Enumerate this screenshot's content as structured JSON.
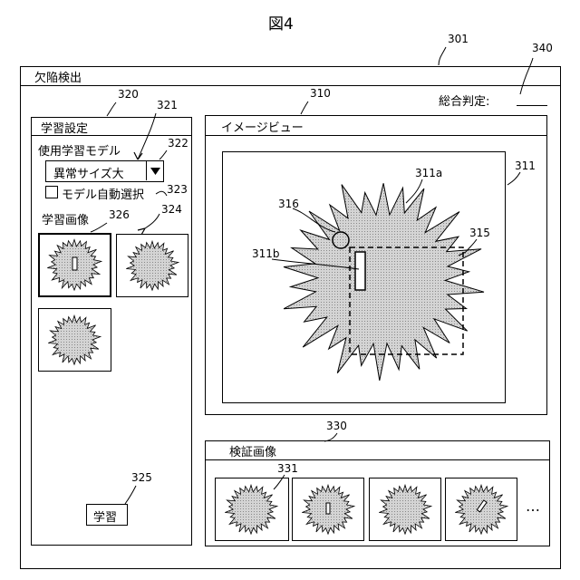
{
  "figure_label": "図4",
  "window": {
    "title": "欠陥検出",
    "ref": "301"
  },
  "overall": {
    "label": "総合判定:",
    "value": "",
    "ref": "340"
  },
  "learning": {
    "title": "学習設定",
    "ref": "320",
    "model_label": "使用学習モデル",
    "model_ref": "321",
    "model_value": "異常サイズ大",
    "dropdown_ref": "322",
    "auto_label": "モデル自動選択",
    "auto_ref": "323",
    "auto_checked": false,
    "images_label": "学習画像",
    "images_ref": "324",
    "selected_ref": "326",
    "train_button": "学習",
    "train_ref": "325"
  },
  "image_view": {
    "title": "イメージビュー",
    "ref": "310",
    "image_ref": "311",
    "defect_ref": "311a",
    "marker_ref": "311b",
    "circle_ref": "316",
    "region_ref": "315"
  },
  "verification": {
    "title": "検証画像",
    "ref": "330",
    "first_ref": "331",
    "more": "…"
  },
  "icons": {
    "dropdown": "chevron-down-icon",
    "checkbox": "checkbox-icon"
  },
  "colors": {
    "line": "#000000",
    "hatch": "#c8c8c8",
    "background": "#ffffff"
  }
}
